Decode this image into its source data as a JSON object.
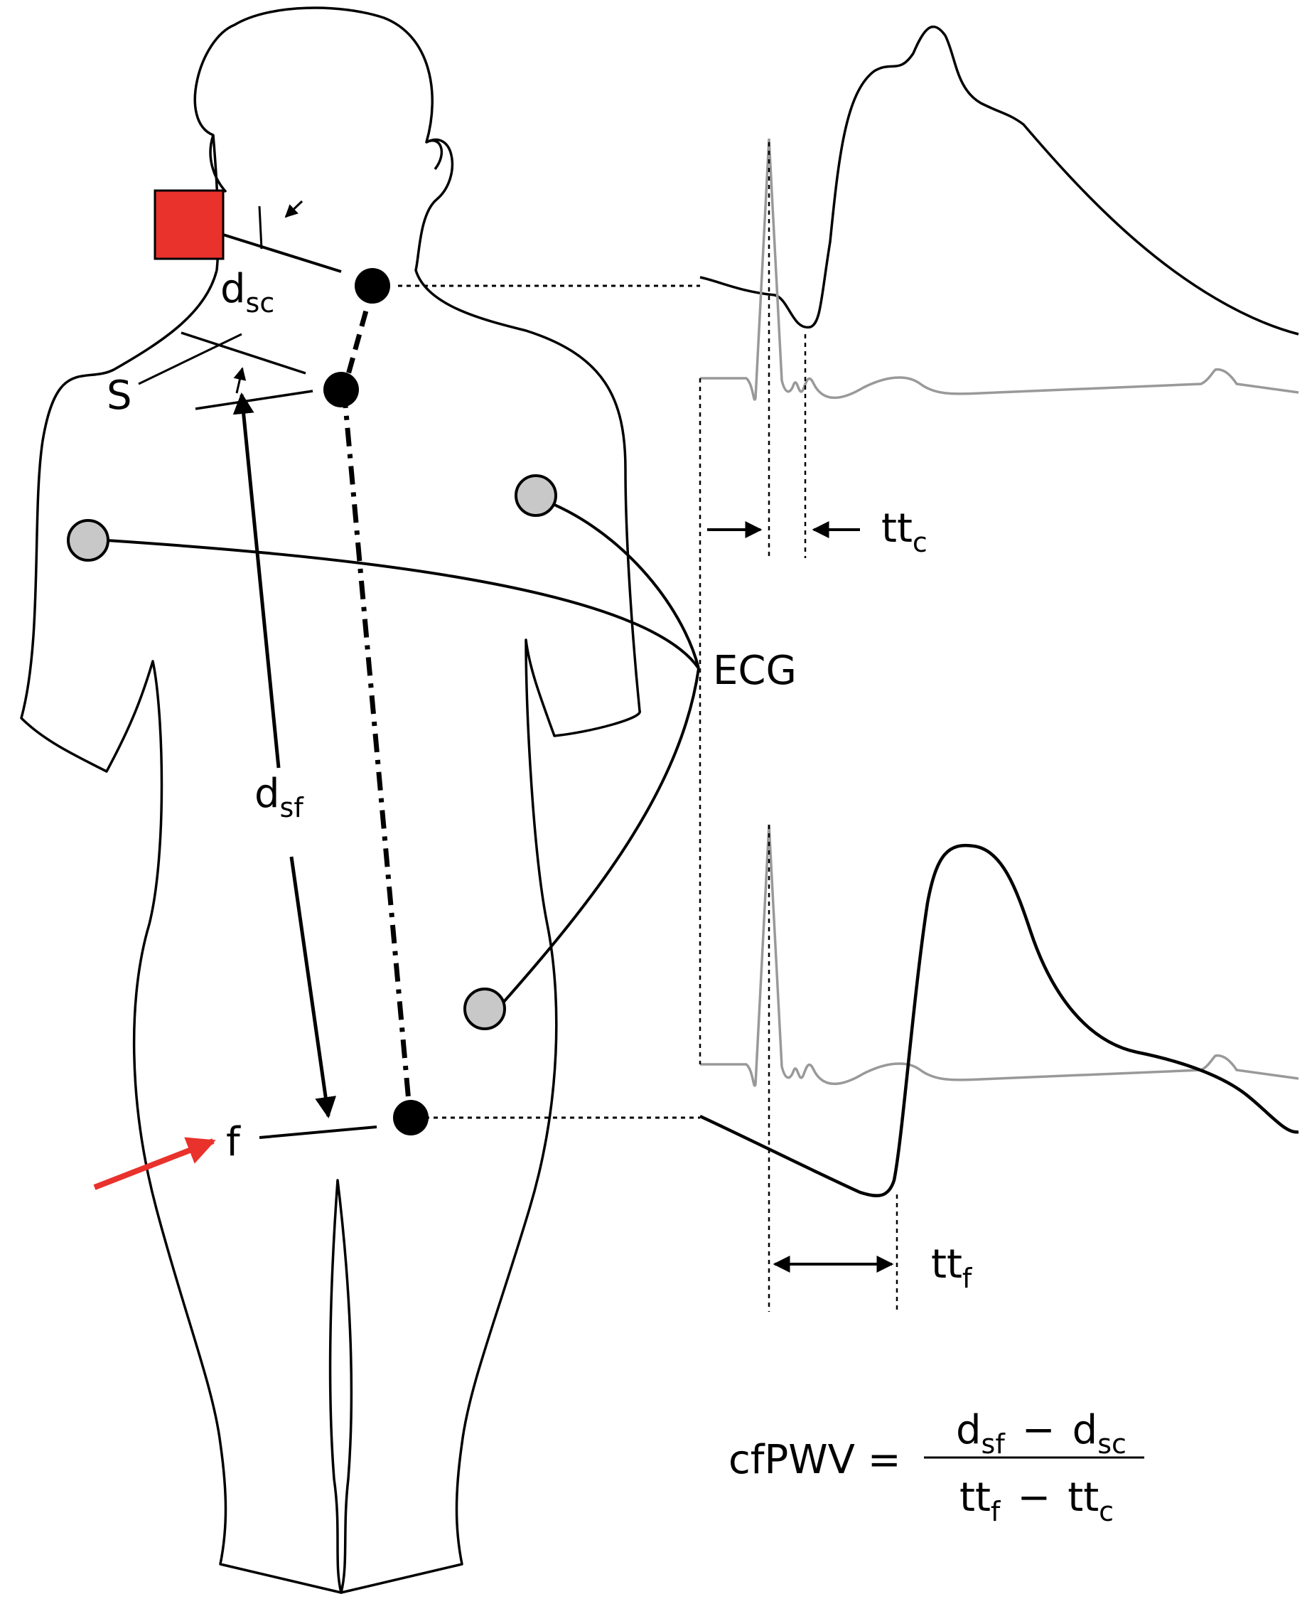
{
  "labels": {
    "d_main": "d",
    "sc_sub": "sc",
    "sf_sub": "sf",
    "s_label": "S",
    "f_label": "f",
    "ecg_label": "ECG",
    "tt_main": "tt",
    "c_sub": "c",
    "f_sub": "f"
  },
  "formula": {
    "lhs": "cfPWV =",
    "num_a": "d",
    "num_a_sub": "sf",
    "num_op": "−",
    "num_b": "d",
    "num_b_sub": "sc",
    "den_a": "tt",
    "den_a_sub": "f",
    "den_op": "−",
    "den_b": "tt",
    "den_b_sub": "c"
  },
  "colors": {
    "sensor": "#e8322b",
    "electrode": "#c8c8c8",
    "ecg_trace": "#999999",
    "ink": "#000000"
  }
}
